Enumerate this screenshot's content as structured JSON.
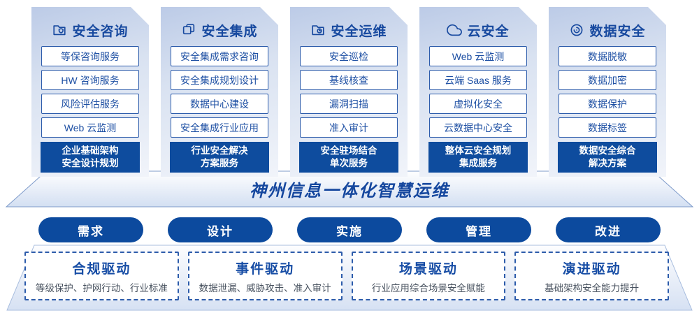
{
  "colors": {
    "primary_blue": "#0e4c9e",
    "pill_blue": "#0c4a9e",
    "title_blue": "#17499f",
    "item_border_blue": "#2d5cab",
    "banner_text_blue": "#15479e",
    "driver_subtitle_gray": "#48525f",
    "card_gradient_top": "#bccbe7",
    "card_gradient_bottom": "#f1f4fa",
    "platform_edge": "#8ea9d2"
  },
  "columns": [
    {
      "title": "安全咨询",
      "icon": "folder-shield-icon",
      "items": [
        "等保咨询服务",
        "HW 咨询服务",
        "风险评估服务",
        "Web 云监测"
      ],
      "highlight": "企业基础架构\n安全设计规划"
    },
    {
      "title": "安全集成",
      "icon": "copy-documents-icon",
      "items": [
        "安全集成需求咨询",
        "安全集成规划设计",
        "数据中心建设",
        "安全集成行业应用"
      ],
      "highlight": "行业安全解决\n方案服务"
    },
    {
      "title": "安全运维",
      "icon": "folder-clock-icon",
      "items": [
        "安全巡检",
        "基线核查",
        "漏洞扫描",
        "准入审计"
      ],
      "highlight": "安全驻场结合\n单次服务"
    },
    {
      "title": "云安全",
      "icon": "cloud-icon",
      "items": [
        "Web 云监测",
        "云端 Saas 服务",
        "虚拟化安全",
        "云数据中心安全"
      ],
      "highlight": "整体云安全规划\n集成服务"
    },
    {
      "title": "数据安全",
      "icon": "fingerprint-icon",
      "items": [
        "数据脱敏",
        "数据加密",
        "数据保护",
        "数据标签"
      ],
      "highlight": "数据安全综合\n解决方案"
    }
  ],
  "banner": {
    "title": "神州信息一体化智慧运维"
  },
  "phases": [
    "需求",
    "设计",
    "实施",
    "管理",
    "改进"
  ],
  "drivers": [
    {
      "title": "合规驱动",
      "subtitle": "等级保护、护网行动、行业标准"
    },
    {
      "title": "事件驱动",
      "subtitle": "数据泄漏、威胁攻击、准入审计"
    },
    {
      "title": "场景驱动",
      "subtitle": "行业应用综合场景安全赋能"
    },
    {
      "title": "演进驱动",
      "subtitle": "基础架构安全能力提升"
    }
  ]
}
